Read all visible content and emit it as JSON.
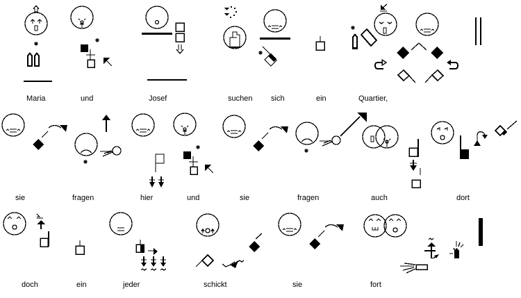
{
  "document": {
    "title": "SignWriting transcription",
    "lines": [
      {
        "words": [
          "Maria",
          "und",
          "Josef",
          "suchen",
          "sich",
          "ein",
          "Quartier,"
        ]
      },
      {
        "words": [
          "sie",
          "fragen",
          "hier",
          "und",
          "sie",
          "fragen",
          "auch",
          "dort"
        ]
      },
      {
        "words": [
          "doch",
          "ein",
          "jeder",
          "schickt",
          "sie",
          "fort"
        ]
      }
    ]
  },
  "colors": {
    "ink": "#000000",
    "background": "#ffffff"
  },
  "glyph_types": [
    "head-circle",
    "hand-shape",
    "movement-arrow",
    "contact-star",
    "body-line",
    "end-bar"
  ]
}
